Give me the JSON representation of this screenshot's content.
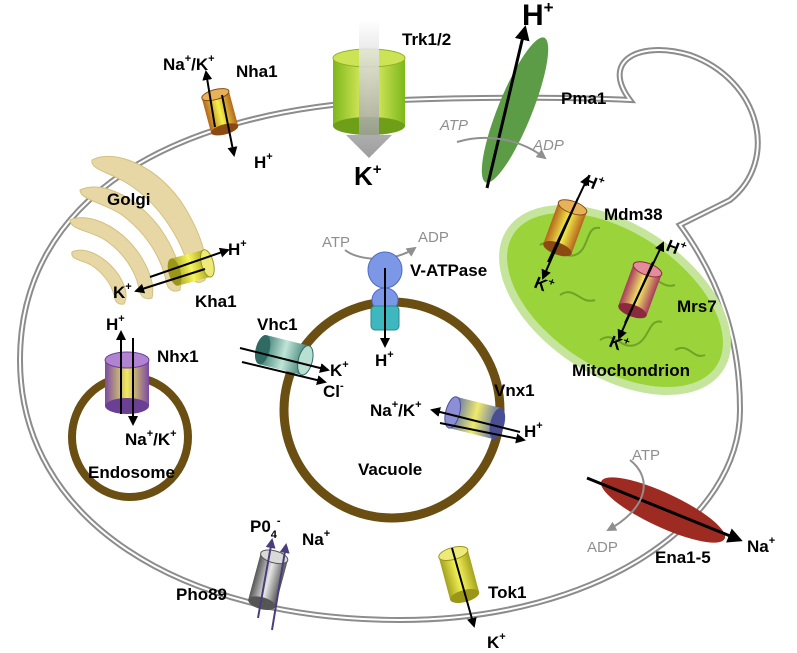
{
  "colors": {
    "membrane": "#8c8c8c",
    "organelle_ring": "#6b4e12",
    "golgi": "#e6d7a5",
    "mito_outer": "#8ccc2e",
    "pma1": "#5d9c46",
    "ena": "#9e2b22",
    "vatpase_v1": "#7c97e6",
    "vatpase_v0": "#3fb7be",
    "gray_text": "#8f8f8f"
  },
  "transporters": {
    "trk": {
      "name": "Trk1/2",
      "ion_in": "K",
      "ion_in_sup": "+"
    },
    "nha1": {
      "name": "Nha1",
      "ion_out_a": "Na",
      "ion_out_a_sup": "+",
      "slash": "/K",
      "slash_sup": "+",
      "ion_in": "H",
      "ion_in_sup": "+"
    },
    "pma1": {
      "name": "Pma1",
      "ion": "H",
      "ion_sup": "+",
      "atp": "ATP",
      "adp": "ADP"
    },
    "mdm38": {
      "name": "Mdm38",
      "ion_a": "H",
      "ion_a_sup": "+",
      "ion_b": "K",
      "ion_b_sup": "+"
    },
    "mrs7": {
      "name": "Mrs7",
      "ion_a": "H",
      "ion_a_sup": "+",
      "ion_b": "K",
      "ion_b_sup": "+"
    },
    "kha1": {
      "name": "Kha1",
      "ion_a": "H",
      "ion_a_sup": "+",
      "ion_b": "K",
      "ion_b_sup": "+"
    },
    "vatpase": {
      "name": "V-ATPase",
      "atp": "ATP",
      "adp": "ADP",
      "ion": "H",
      "ion_sup": "+"
    },
    "vhc1": {
      "name": "Vhc1",
      "ion_a": "K",
      "ion_a_sup": "+",
      "ion_b": "Cl",
      "ion_b_sup": "-"
    },
    "vnx1": {
      "name": "Vnx1",
      "ion_a": "Na",
      "ion_a_sup": "+",
      "slash": "/K",
      "slash_sup": "+",
      "ion_b": "H",
      "ion_b_sup": "+"
    },
    "nhx1": {
      "name": "Nhx1",
      "ion_a": "H",
      "ion_a_sup": "+",
      "ion_b": "Na",
      "ion_b_sup": "+",
      "slash": "/K",
      "slash_sup": "+"
    },
    "ena": {
      "name": "Ena1-5",
      "ion": "Na",
      "ion_sup": "+",
      "atp": "ATP",
      "adp": "ADP"
    },
    "pho89": {
      "name": "Pho89",
      "ion_a": "P0",
      "ion_a_sub": "4",
      "ion_a_sup": "-",
      "ion_b": "Na",
      "ion_b_sup": "+"
    },
    "tok1": {
      "name": "Tok1",
      "ion": "K",
      "ion_sup": "+"
    }
  },
  "organelles": {
    "golgi": "Golgi",
    "mitochondrion": "Mitochondrion",
    "vacuole": "Vacuole",
    "endosome": "Endosome"
  }
}
